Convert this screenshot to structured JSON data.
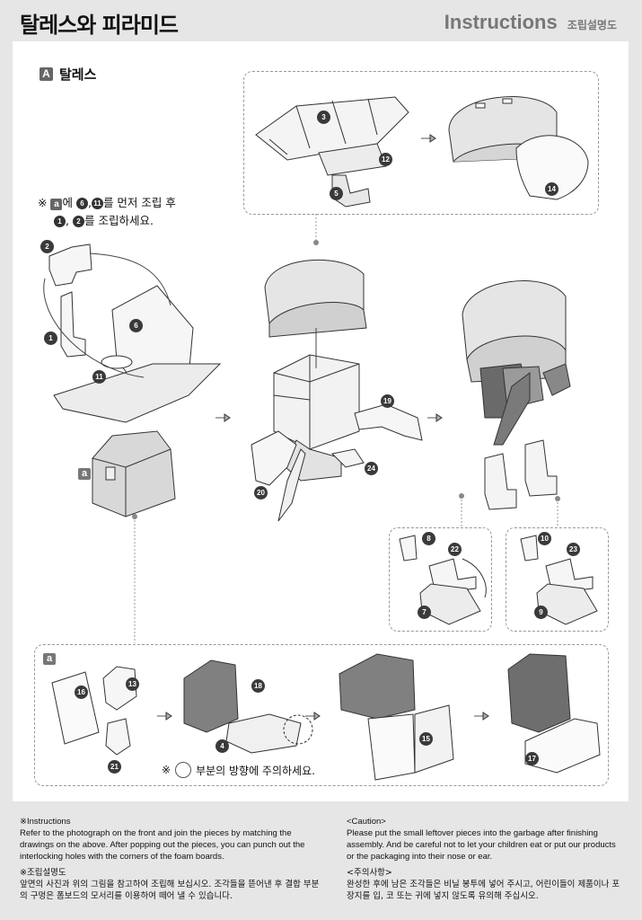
{
  "header": {
    "title": "탈레스와 피라미드",
    "instructions_en": "Instructions",
    "instructions_ko": "조립설명도"
  },
  "section_a": {
    "badge": "A",
    "name": "탈레스"
  },
  "note_top": {
    "symbol": "※",
    "sub_badge": "a",
    "line1_mid": "에",
    "line1_n1": "6",
    "line1_sep": ",",
    "line1_n2": "11",
    "line1_end": "를 먼저 조립 후",
    "line2_n1": "1",
    "line2_sep": ",",
    "line2_n2": "2",
    "line2_end": "를 조립하세요."
  },
  "callouts": {
    "c3": "3",
    "c12": "12",
    "c5": "5",
    "c14": "14",
    "c2": "2",
    "c1": "1",
    "c6": "6",
    "c11": "11",
    "c19": "19",
    "c20": "20",
    "c24": "24",
    "c8": "8",
    "c22": "22",
    "c7": "7",
    "c10": "10",
    "c23": "23",
    "c9": "9",
    "c16": "16",
    "c13": "13",
    "c21": "21",
    "c18": "18",
    "c4": "4",
    "c15": "15",
    "c17": "17"
  },
  "sub_labels": {
    "a_mid": "a",
    "a_bottom": "a"
  },
  "note_bottom": {
    "symbol": "※",
    "text": "부분의 방향에 주의하세요."
  },
  "footer": {
    "left": {
      "heading_en": "※Instructions",
      "body_en": "Refer to the photograph on the front and join the pieces by matching the drawings on the above. After popping out the pieces, you can punch out the interlocking holes with the corners of the foam boards.",
      "heading_ko": "※조립설명도",
      "body_ko": "앞면의 사진과 위의 그림을 참고하여 조립해 보십시오. 조각들을 뜯어낸 후 결합 부분의 구멍은 폼보드의 모서리를 이용하여 떼어 낼 수 있습니다."
    },
    "right": {
      "heading_en": "<Caution>",
      "body_en": "Please put the small leftover pieces into the garbage after finishing assembly. And be careful not to let your children eat or put our products or the packaging into their nose or ear.",
      "heading_ko": "<주의사항>",
      "body_ko": "완성한 후에 남은 조각들은 비닐 봉투에 넣어 주시고, 어린이들이 제품이나 포장지를 입, 코 또는 귀에 넣지 않도록 유의해 주십시오."
    }
  }
}
